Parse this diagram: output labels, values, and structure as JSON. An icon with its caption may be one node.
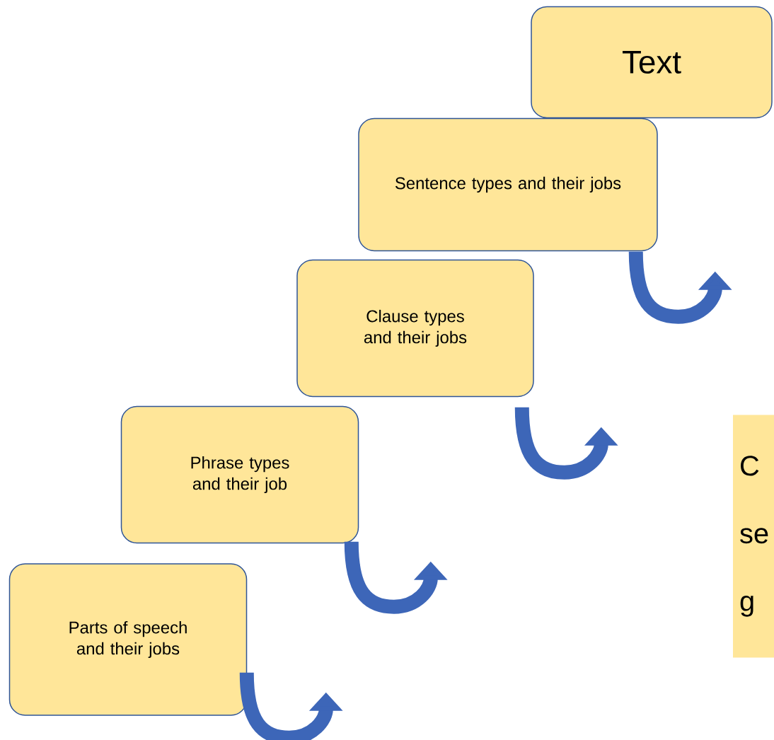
{
  "diagram": {
    "nodes": [
      {
        "text": [
          "Parts of speech and their jobs"
        ]
      },
      {
        "text": [
          "Phrase types and their job"
        ]
      },
      {
        "text": [
          "Clause types and their jobs"
        ]
      },
      {
        "text": [
          "Sentence types and their jobs"
        ]
      },
      {
        "text": [
          "Text"
        ]
      },
      {
        "text": [
          "C se g"
        ]
      }
    ],
    "edges": [
      {
        "from": 0,
        "to": null,
        "arrow": "to"
      },
      {
        "from": 1,
        "to": null,
        "arrow": "to"
      },
      {
        "from": 2,
        "to": null,
        "arrow": "to"
      },
      {
        "from": 3,
        "to": null,
        "arrow": "to"
      }
    ]
  }
}
